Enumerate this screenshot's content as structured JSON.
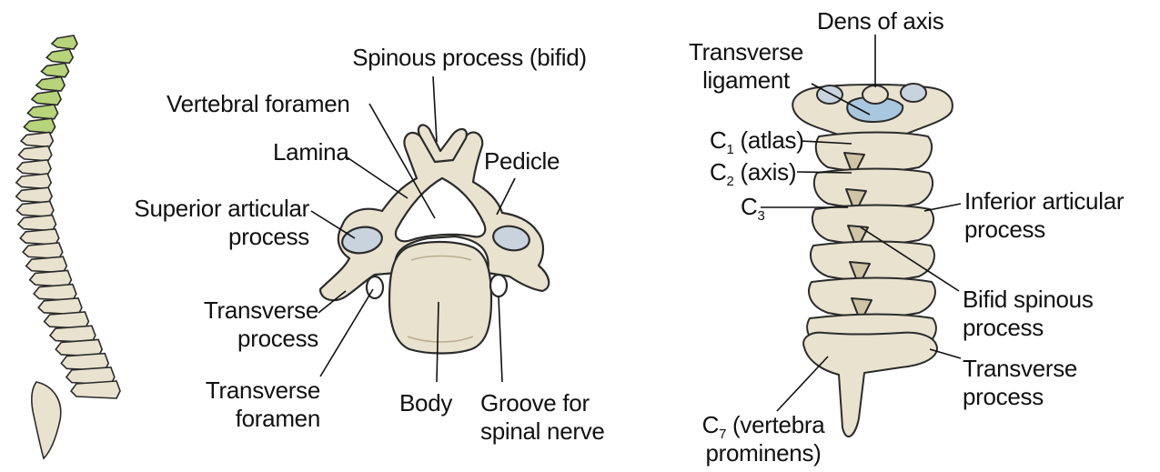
{
  "colors": {
    "bone": "#e9e2cf",
    "bone_shade": "#cfc4a6",
    "outline": "#2b2b2b",
    "cervical_highlight": "#b8d47a",
    "ligament": "#a9c7df",
    "articular_facet": "#c9d3de"
  },
  "left_diagram": {
    "labels": {
      "spinous_process": "Spinous process (bifid)",
      "vertebral_foramen": "Vertebral foramen",
      "lamina": "Lamina",
      "pedicle": "Pedicle",
      "superior_articular_1": "Superior articular",
      "superior_articular_2": "process",
      "transverse_process_1": "Transverse",
      "transverse_process_2": "process",
      "transverse_foramen_1": "Transverse",
      "transverse_foramen_2": "foramen",
      "body": "Body",
      "groove_1": "Groove for",
      "groove_2": "spinal nerve"
    }
  },
  "right_diagram": {
    "labels": {
      "dens": "Dens of axis",
      "transverse_ligament_1": "Transverse",
      "transverse_ligament_2": "ligament",
      "c1_letter": "C",
      "c1_sub": "1",
      "c1_name": " (atlas)",
      "c2_letter": "C",
      "c2_sub": "2",
      "c2_name": " (axis)",
      "c3_letter": "C",
      "c3_sub": "3",
      "inferior_articular_1": "Inferior articular",
      "inferior_articular_2": "process",
      "bifid_spinous_1": "Bifid spinous",
      "bifid_spinous_2": "process",
      "transverse_process_1": "Transverse",
      "transverse_process_2": "process",
      "c7_letter": "C",
      "c7_sub": "7",
      "c7_name": " (vertebra",
      "c7_name_2": "prominens)"
    }
  }
}
